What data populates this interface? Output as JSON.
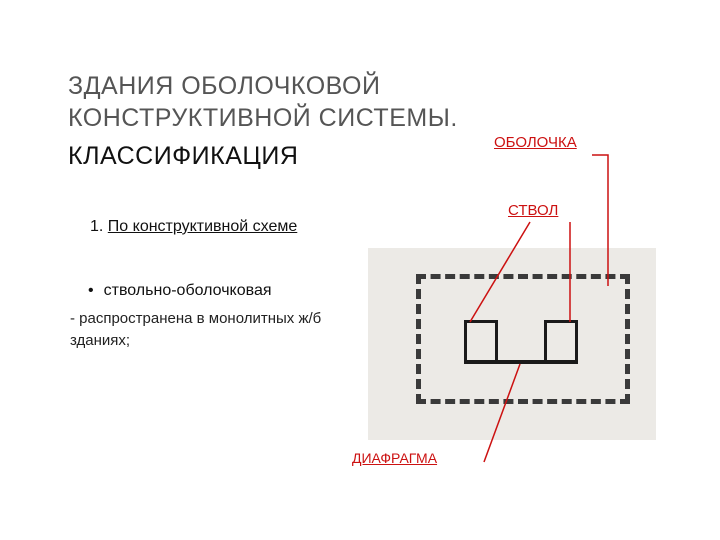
{
  "title": {
    "line1": "ЗДАНИЯ ОБОЛОЧКОВОЙ",
    "line2": "КОНСТРУКТИВНОЙ СИСТЕМЫ.",
    "line3": "КЛАССИФИКАЦИЯ"
  },
  "section": {
    "number": "1.",
    "heading": "По конструктивной схеме"
  },
  "bullet": {
    "marker": "•",
    "text": "ствольно-оболочковая",
    "note": "- распространена в монолитных ж/б зданиях;"
  },
  "labels": {
    "shell": "ОБОЛОЧКА",
    "core": "СТВОЛ",
    "diaphragm": "ДИАФРАГМА"
  },
  "colors": {
    "callout": "#cc1111",
    "title": "#555555"
  }
}
